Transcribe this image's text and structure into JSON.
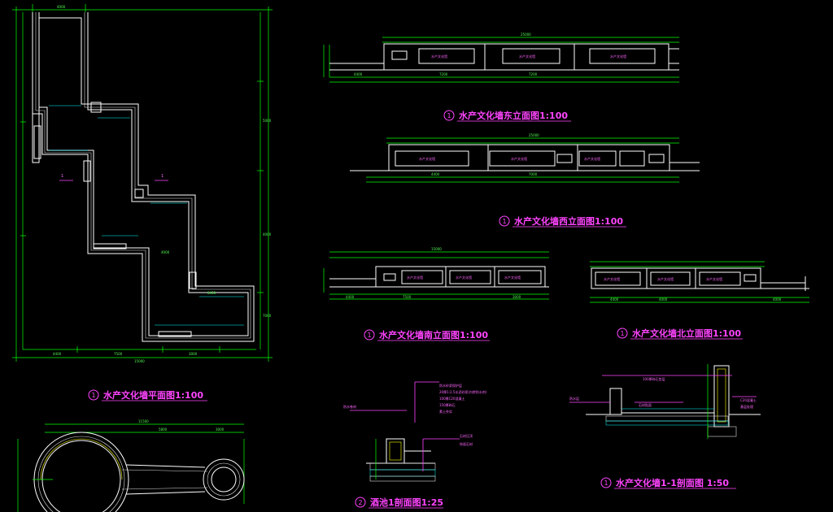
{
  "titles": {
    "plan": "水产文化墙平面图1:100",
    "east": "水产文化墙东立面图1:100",
    "west": "水产文化墙西立面图1:100",
    "south": "水产文化墙南立面图1:100",
    "north": "水产文化墙北立面图1:100",
    "pool_section": "酒池1剖面图1:25",
    "wall_section": "水产文化墙1-1剖面图 1:50"
  },
  "markers": {
    "plan": "1",
    "east": "1",
    "west": "1",
    "south": "1",
    "north": "1",
    "pool_section": "2",
    "wall_section": "1"
  },
  "panel_label": "水产文化墙",
  "section_marks": {
    "left": "1",
    "right": "1"
  },
  "plan_dims": {
    "top_left": "4000",
    "bottom_1": "4400",
    "bottom_2": "7500",
    "bottom_3": "3000",
    "bottom_total": "15000",
    "right_1": "5000",
    "right_2": "4000",
    "right_3": "7000",
    "mid_1": "4000",
    "mid_2": "6400"
  },
  "east_dims": {
    "total": "25000",
    "a": "4400",
    "b": "7200",
    "c": "7200"
  },
  "west_dims": {
    "total": "25000",
    "a": "4400",
    "b": "7000"
  },
  "south_dims": {
    "total": "15000",
    "a": "4400",
    "b": "7500",
    "c": "3000"
  },
  "north_dims": {
    "a": "4400",
    "b": "4000",
    "c": "4000"
  },
  "circle_dims": {
    "a": "11500",
    "b": "5800",
    "c": "3000"
  },
  "pool_notes": [
    "防水砂浆保护层",
    "20厚1:2.5水泥砂浆(内掺防水剂)",
    "100厚C20混凝土",
    "150厚碎石",
    "素土夯实",
    "防水卷材",
    "石材压顶",
    "饰面石材"
  ],
  "wall_notes": [
    "100厚碎石垫层",
    "C20混凝土",
    "基层处理",
    "防水层",
    "石材贴面"
  ]
}
